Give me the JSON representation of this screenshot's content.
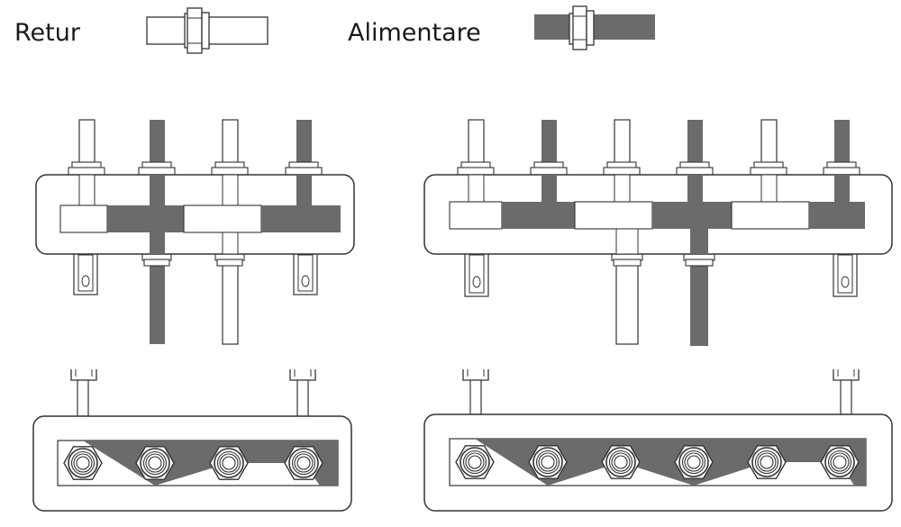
{
  "legend": {
    "return_label": "Retur",
    "supply_label": "Alimentare"
  },
  "colors": {
    "supply": "#6b6b6b",
    "return": "#ffffff",
    "outline": "#3a3a3a",
    "background": "#ffffff"
  },
  "manifold_4_ports": {
    "top_ports": [
      "return",
      "supply",
      "return",
      "supply"
    ],
    "bottom_outlets": [
      "supply",
      "return"
    ],
    "mounting_brackets": 2
  },
  "manifold_6_ports": {
    "top_ports": [
      "return",
      "supply",
      "return",
      "supply",
      "return",
      "supply"
    ],
    "bottom_outlets": [
      "return",
      "supply"
    ],
    "mounting_brackets": 2
  }
}
